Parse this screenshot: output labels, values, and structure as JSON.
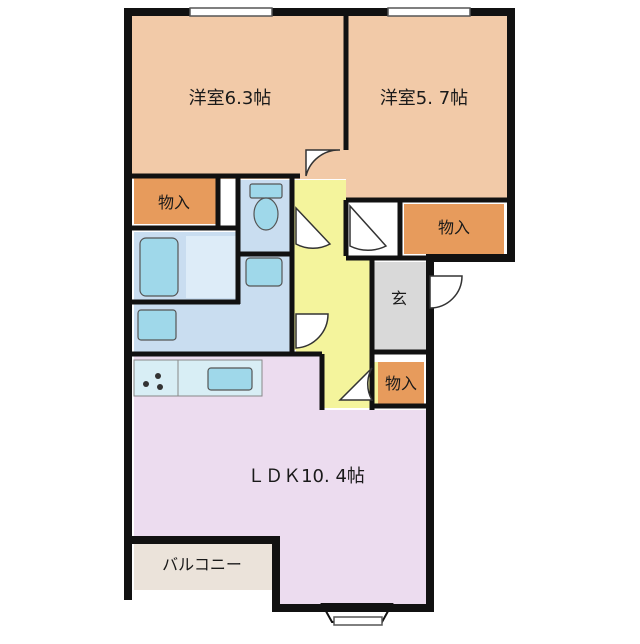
{
  "rooms": {
    "western_room_1": "洋室6.3帖",
    "western_room_2": "洋室5. 7帖",
    "closet_1": "物入",
    "closet_2": "物入",
    "closet_3": "物入",
    "entrance": "玄",
    "ldk": "ＬＤＫ10. 4帖",
    "balcony": "バルコニー"
  },
  "colors": {
    "wall": "#111111",
    "western_room": "#f2caa8",
    "closet": "#e79b5c",
    "wet_area": "#c9ddf0",
    "fixture": "#9fd8ea",
    "hallway": "#f4f49c",
    "entrance": "#d9d9d9",
    "ldk": "#ecdcef",
    "balcony": "#ebe3da",
    "kitchen_counter": "#d8eef5"
  }
}
